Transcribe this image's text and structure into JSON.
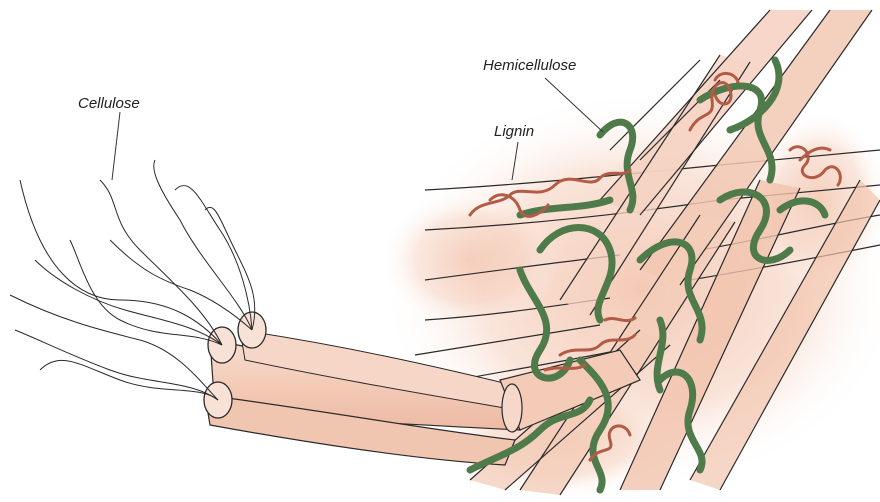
{
  "labels": {
    "cellulose": "Cellulose",
    "hemicellulose": "Hemicellulose",
    "lignin": "Lignin"
  },
  "colors": {
    "fiber_fill": "#f4d3c4",
    "fiber_glow": "#f2c2ab",
    "outline": "#2a2a2a",
    "hemicellulose": "#4f7a4a",
    "lignin": "#b35b45"
  }
}
